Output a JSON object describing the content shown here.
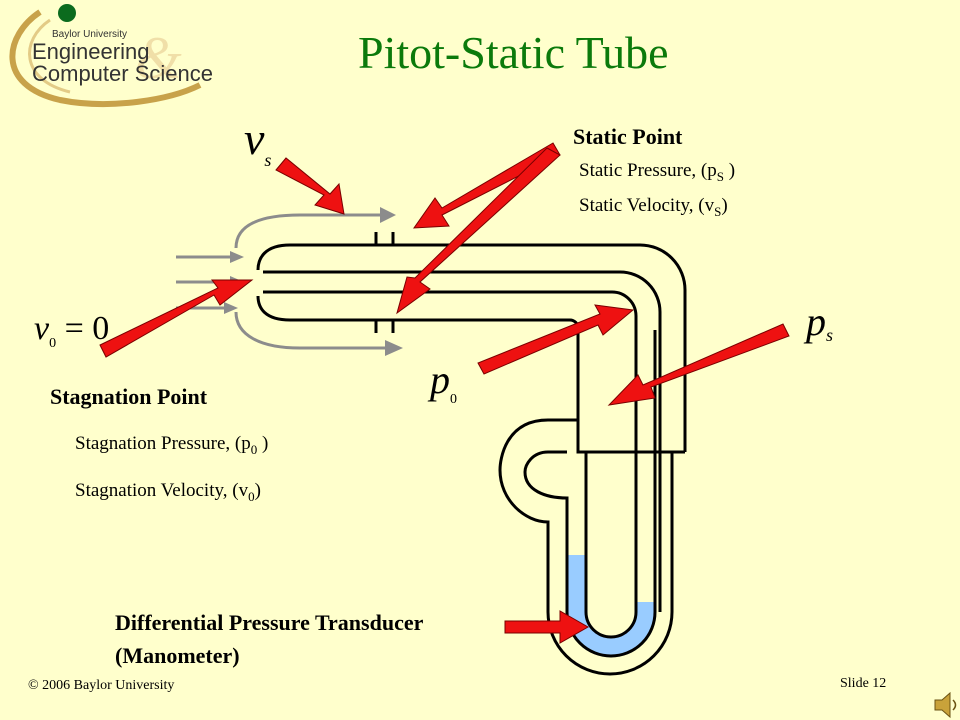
{
  "logo": {
    "line1": "Baylor University",
    "line2": "Engineering",
    "line3": "Computer Science"
  },
  "title": "Pitot-Static Tube",
  "static_point": {
    "heading": "Static Point",
    "pressure_text": "Static Pressure, (p",
    "pressure_sub": "S",
    "pressure_close": " )",
    "velocity_text": "Static Velocity, (v",
    "velocity_sub": "S",
    "velocity_close": ")"
  },
  "stagnation_point": {
    "heading": "Stagnation Point",
    "pressure_text": "Stagnation Pressure, (p",
    "pressure_sub": "0",
    "pressure_close": " )",
    "velocity_text": "Stagnation Velocity, (v",
    "velocity_sub": "0",
    "velocity_close": ")"
  },
  "math": {
    "vs_main": "v",
    "vs_sub": "s",
    "v0_main": "v",
    "v0_sub": "0",
    "v0_rest": " = 0",
    "p0_main": "p",
    "p0_sub": "0",
    "ps_main": "p",
    "ps_sub": "s"
  },
  "transducer": {
    "line1": "Differential Pressure Transducer",
    "line2": "(Manometer)"
  },
  "footer": {
    "copyright": "© 2006 Baylor University",
    "slide": "Slide 12"
  },
  "colors": {
    "title": "#0B7A0B",
    "background": "#FFFFCC",
    "arrow": "#EE1111",
    "fluid": "#99CCFF",
    "logo_gold": "#C8A24A"
  },
  "icons": {
    "sound": "speaker-icon"
  }
}
